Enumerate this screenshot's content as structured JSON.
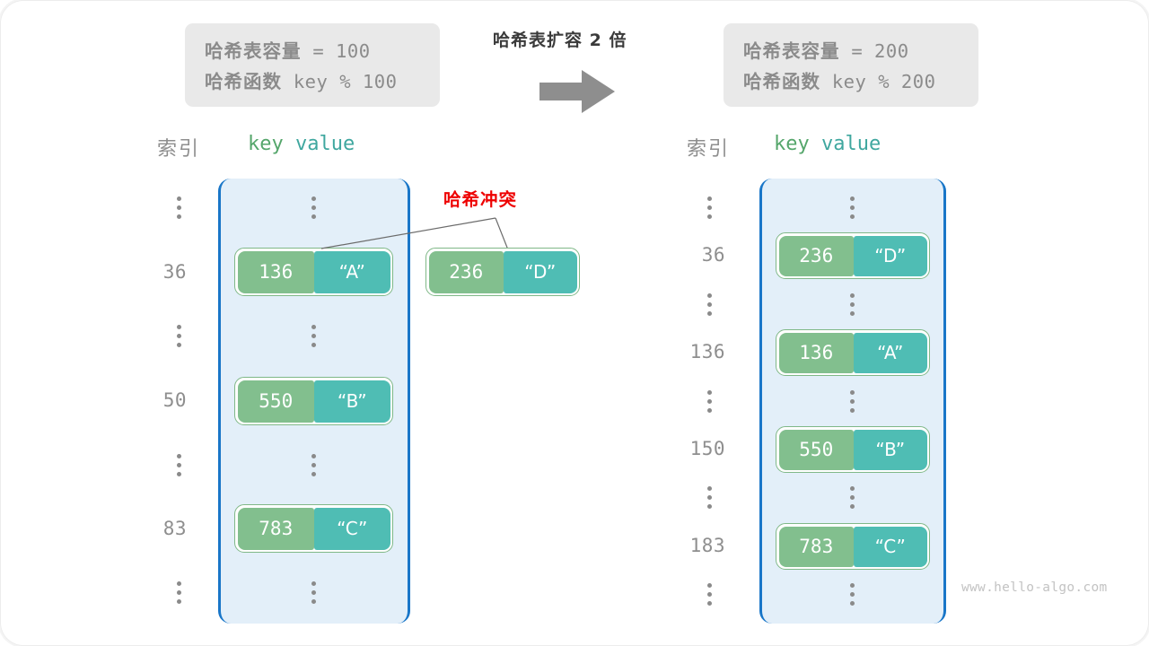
{
  "center": {
    "title": "哈希表扩容 2 倍",
    "arrow_icon": "right-arrow-icon"
  },
  "left_info": {
    "capacity_cjk": "哈希表容量",
    "capacity_expr": " = 100",
    "hashfn_cjk": "哈希函数",
    "hashfn_expr": " key % 100"
  },
  "right_info": {
    "capacity_cjk": "哈希表容量",
    "capacity_expr": " = 200",
    "hashfn_cjk": "哈希函数",
    "hashfn_expr": " key % 200"
  },
  "headers": {
    "index": "索引",
    "key": "key",
    "value": "value"
  },
  "annotation": {
    "collision_label": "哈希冲突",
    "floating_pair": {
      "key": "236",
      "value": "“D”"
    }
  },
  "left_table": {
    "rows": [
      {
        "index": "⋮",
        "is_ellipsis": true
      },
      {
        "index": "36",
        "key": "136",
        "value": "“A”"
      },
      {
        "index": "⋮",
        "is_ellipsis": true
      },
      {
        "index": "50",
        "key": "550",
        "value": "“B”"
      },
      {
        "index": "⋮",
        "is_ellipsis": true
      },
      {
        "index": "83",
        "key": "783",
        "value": "“C”"
      },
      {
        "index": "⋮",
        "is_ellipsis": true
      }
    ]
  },
  "right_table": {
    "rows": [
      {
        "index": "⋮",
        "is_ellipsis": true
      },
      {
        "index": "36",
        "key": "236",
        "value": "“D”"
      },
      {
        "index": "⋮",
        "is_ellipsis": true
      },
      {
        "index": "136",
        "key": "136",
        "value": "“A”"
      },
      {
        "index": "⋮",
        "is_ellipsis": true
      },
      {
        "index": "150",
        "key": "550",
        "value": "“B”"
      },
      {
        "index": "⋮",
        "is_ellipsis": true
      },
      {
        "index": "183",
        "key": "783",
        "value": "“C”"
      },
      {
        "index": "⋮",
        "is_ellipsis": true
      }
    ]
  },
  "watermark": "www.hello-algo.com",
  "colors": {
    "key_cell": "#82bf8e",
    "value_cell": "#4fbdb4",
    "panel_fill": "#e3eff9",
    "panel_border": "#1976c8",
    "collision_red": "#ee0000",
    "info_box_bg": "#e9e9e9",
    "muted_text": "#8e8e8e"
  }
}
